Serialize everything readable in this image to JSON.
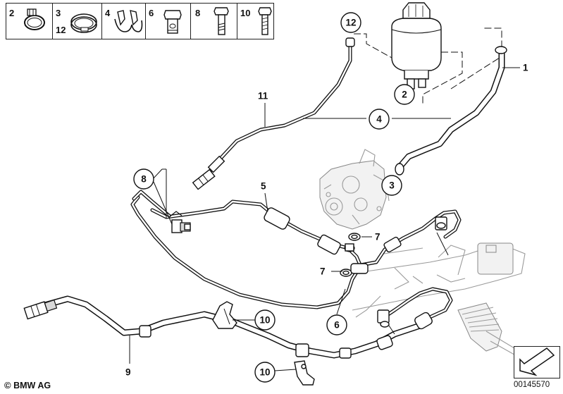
{
  "legend": {
    "cells": [
      {
        "num": "2",
        "num2": "",
        "icon": "hose-clamp-icon"
      },
      {
        "num": "3",
        "num2": "12",
        "icon": "clamp-ring-icon"
      },
      {
        "num": "4",
        "num2": "",
        "icon": "holder-clip-icon"
      },
      {
        "num": "6",
        "num2": "",
        "icon": "banjo-bolt-icon"
      },
      {
        "num": "8",
        "num2": "",
        "icon": "hex-bolt-icon"
      },
      {
        "num": "10",
        "num2": "",
        "icon": "hex-screw-icon"
      }
    ]
  },
  "callouts": {
    "c12": "12",
    "c2": "2",
    "c4": "4",
    "c3": "3",
    "c8": "8",
    "c6": "6",
    "c10a": "10",
    "c10b": "10"
  },
  "labels": {
    "l1": "1",
    "l11": "11",
    "l5": "5",
    "l7a": "7",
    "l7b": "7",
    "l9": "9"
  },
  "footer": {
    "brand": "BMW AG",
    "copyright_symbol": "©",
    "doc_id": "00145570"
  }
}
